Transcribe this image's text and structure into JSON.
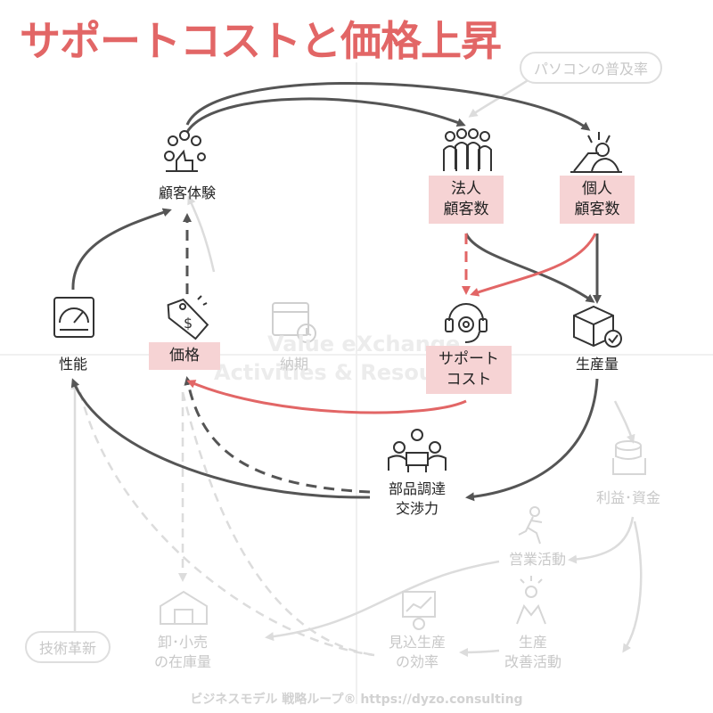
{
  "title": "サポートコストと価格上昇",
  "watermark": {
    "line1": "Value eXchange",
    "line2": "Activities & Resources"
  },
  "nodes": {
    "customer_experience": "顧客体験",
    "corporate_customers": [
      "法人",
      "顧客数"
    ],
    "individual_customers": [
      "個人",
      "顧客数"
    ],
    "performance": "性能",
    "price": "価格",
    "delivery": "納期",
    "support_cost": [
      "サポート",
      "コスト"
    ],
    "production_volume": "生産量",
    "parts_negotiation": [
      "部品調達",
      "交渉力"
    ],
    "pc_penetration": "パソコンの普及率",
    "profit_funds": "利益･資金",
    "sales_activities": "営業活動",
    "wholesale_inventory": [
      "卸･小売",
      "の在庫量"
    ],
    "expected_production": [
      "見込生産",
      "の効率"
    ],
    "production_improvement": [
      "生産",
      "改善活動"
    ],
    "tech_innovation": "技術革新"
  },
  "footer": "ビジネスモデル 戦略ループ® https://dyzo.consulting",
  "colors": {
    "accent": "#e26666",
    "highlight": "#f6d3d4",
    "dark_arrow": "#555555",
    "faint": "#dcdcdc"
  }
}
